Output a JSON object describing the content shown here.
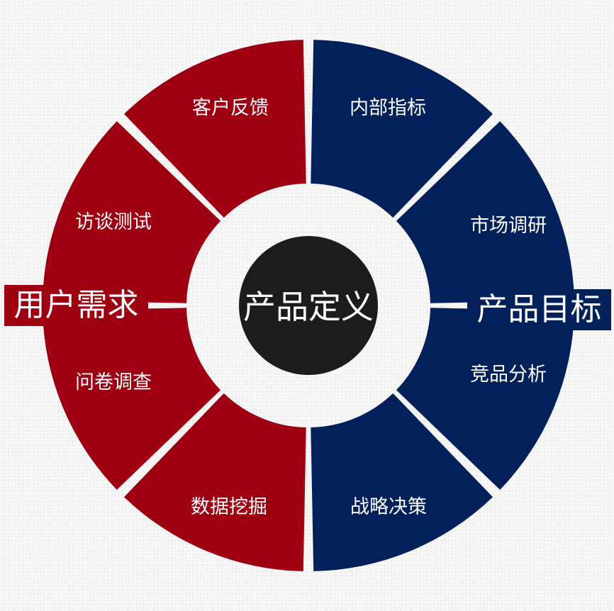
{
  "center": {
    "label": "产品定义",
    "color": "#1c1c1c"
  },
  "left_group": {
    "label": "用户需求",
    "color": "#9e0012",
    "segments": [
      "客户反馈",
      "访谈测试",
      "问卷调查",
      "数据挖掘"
    ]
  },
  "right_group": {
    "label": "产品目标",
    "color": "#02205a",
    "segments": [
      "内部指标",
      "市场调研",
      "竞品分析",
      "战略决策"
    ]
  }
}
